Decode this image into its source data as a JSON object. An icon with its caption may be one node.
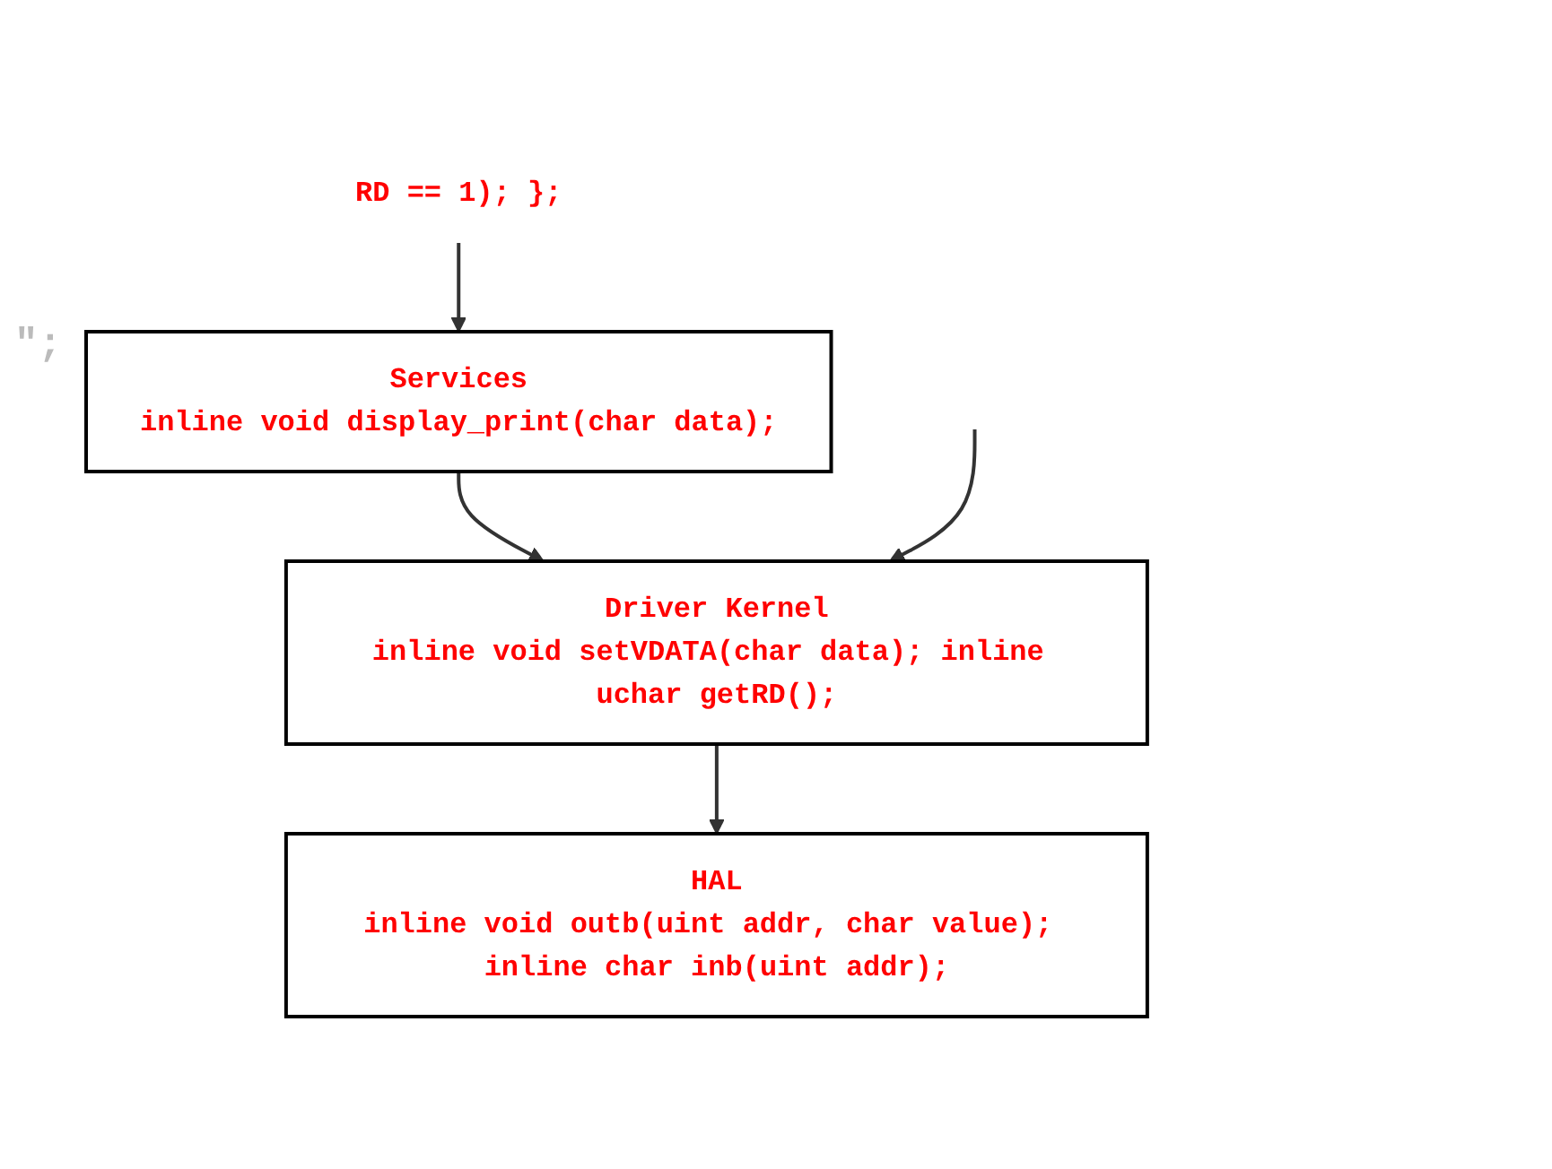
{
  "diagram": {
    "nodes": [
      {
        "text": [
          "Services",
          "inline void display_print(char data);"
        ]
      },
      {
        "text": [
          "Driver Kernel",
          "inline void setVDATA(char data); inline uchar getRD();"
        ]
      },
      {
        "text": [
          "HAL",
          "inline void outb(uint addr, char value); inline char inb(uint addr);"
        ]
      },
      {
        "text": [
          "RD == 1); };"
        ]
      }
    ],
    "edges": [
      {
        "from": 0,
        "to": 1,
        "arrow": "to"
      },
      {
        "from": 1,
        "to": 2,
        "arrow": "to"
      },
      {
        "from": null,
        "to": 1,
        "arrow": "to"
      },
      {
        "from": 3,
        "to": 0,
        "arrow": "to"
      }
    ],
    "labels": [
      "\";"
    ]
  }
}
